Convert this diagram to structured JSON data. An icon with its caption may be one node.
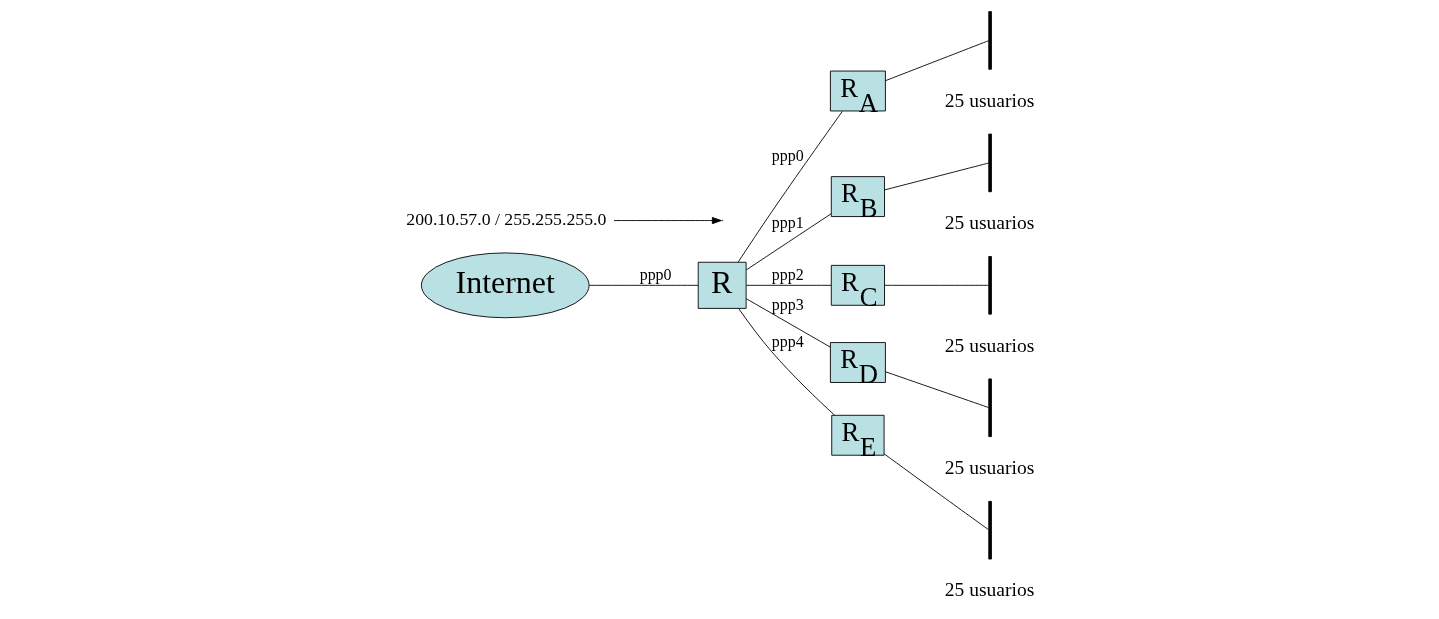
{
  "diagram": {
    "nodes": [
      {
        "text": [
          "Internet"
        ]
      },
      {
        "text": [
          "R"
        ]
      },
      {
        "text": [
          "R$_{A}$"
        ]
      },
      {
        "text": [],
        "shape": "bar",
        "beside": [
          "25 usuarios"
        ]
      },
      {
        "text": [
          "R$_{B}$"
        ]
      },
      {
        "text": [],
        "shape": "bar",
        "beside": [
          "25 usuarios"
        ]
      },
      {
        "text": [
          "R$_{C}$"
        ]
      },
      {
        "text": [],
        "shape": "bar",
        "beside": [
          "25 usuarios"
        ]
      },
      {
        "text": [
          "R$_{D}$"
        ]
      },
      {
        "text": [],
        "shape": "bar",
        "beside": [
          "25 usuarios"
        ]
      },
      {
        "text": [
          "R$_{E}$"
        ]
      },
      {
        "text": [],
        "shape": "bar",
        "beside": [
          "25 usuarios"
        ]
      },
      {
        "text": [
          "200.10.57.0 / 255.255.255.0"
        ]
      }
    ],
    "edges": [
      {
        "from": 0,
        "to": 1,
        "arrow": "none",
        "label": "ppp0"
      },
      {
        "from": 1,
        "to": 2,
        "arrow": "none",
        "label": "ppp0"
      },
      {
        "from": 1,
        "to": 4,
        "arrow": "none",
        "label": "ppp1"
      },
      {
        "from": 1,
        "to": 6,
        "arrow": "none",
        "label": "ppp2"
      },
      {
        "from": 1,
        "to": 8,
        "arrow": "none",
        "label": "ppp3"
      },
      {
        "from": 1,
        "to": 10,
        "arrow": "none",
        "label": "ppp4"
      },
      {
        "from": 2,
        "to": 3,
        "arrow": "none"
      },
      {
        "from": 4,
        "to": 5,
        "arrow": "none"
      },
      {
        "from": 6,
        "to": 7,
        "arrow": "none"
      },
      {
        "from": 8,
        "to": 9,
        "arrow": "none"
      },
      {
        "from": 10,
        "to": 11,
        "arrow": "none"
      },
      {
        "from": 12,
        "to": null,
        "arrow": "to"
      }
    ]
  }
}
